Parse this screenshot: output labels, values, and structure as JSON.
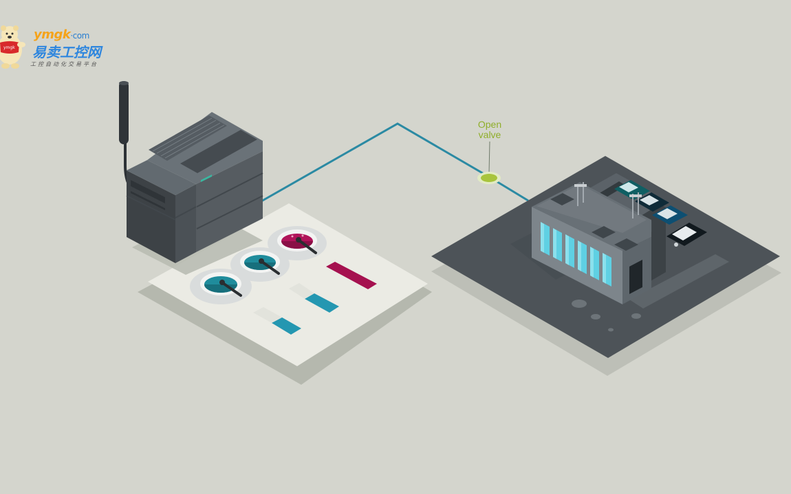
{
  "watermark": {
    "brand_latin": "ymgk",
    "brand_domain": "·com",
    "brand_chinese": "易卖工控网",
    "tagline": "工控自动化交易平台",
    "colors": {
      "latin": "#f5a31a",
      "chinese": "#2e86de"
    },
    "mascot": "bear-mascot-icon",
    "mascot_shirt_text": "ymgk"
  },
  "diagram": {
    "valve_label_line1": "Open",
    "valve_label_line2": "valve",
    "valve_state": "open",
    "colors": {
      "background": "#d4d5cd",
      "pipe": "#2b8aa3",
      "valve": "#a8c43c",
      "controller_body": "#4e5459",
      "building_walls": "#7d858b",
      "windows": "#5fd0e3",
      "tank_fluid_1": "#1f8c9c",
      "tank_fluid_2": "#1f8c9c",
      "tank_fluid_3": "#b0145a",
      "level_bar_high": "#a5114f",
      "level_bar_mid": "#2497b1",
      "level_bar_low": "#2497b1"
    },
    "icons": [
      "plc-controller-icon",
      "antenna-icon",
      "tank-icon",
      "factory-building-icon",
      "car-icon",
      "valve-icon"
    ]
  }
}
